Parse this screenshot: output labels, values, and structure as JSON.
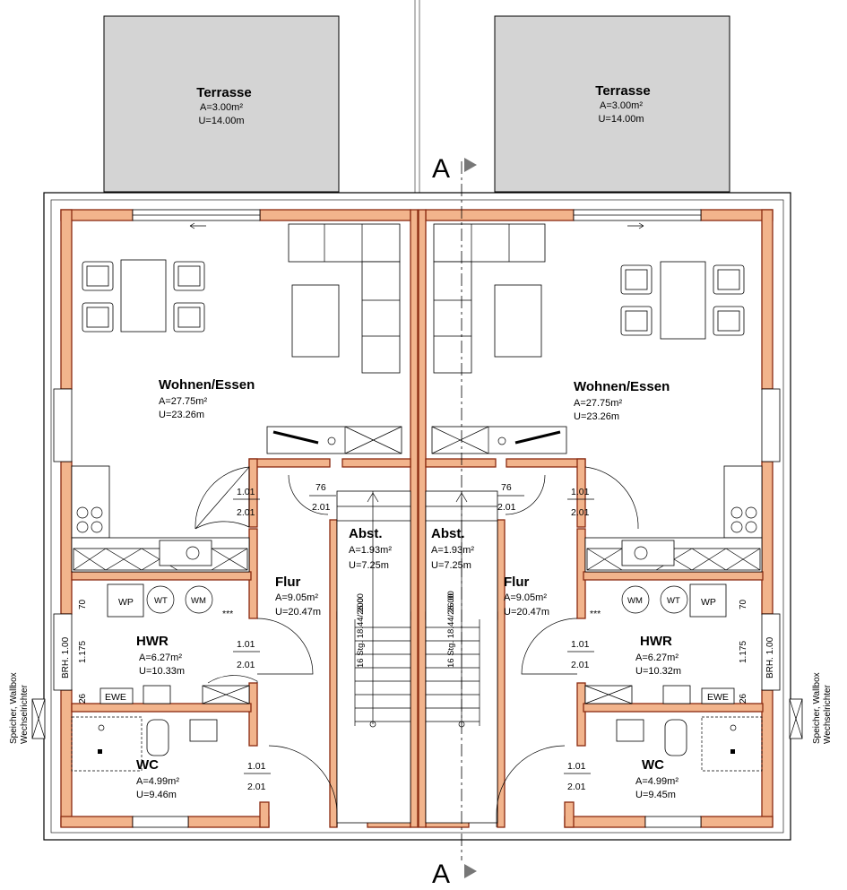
{
  "rooms": {
    "terrace_left": {
      "name": "Terrasse",
      "area": "A=3.00m²",
      "perimeter": "U=14.00m"
    },
    "terrace_right": {
      "name": "Terrasse",
      "area": "A=3.00m²",
      "perimeter": "U=14.00m"
    },
    "living_left": {
      "name": "Wohnen/Essen",
      "area": "A=27.75m²",
      "perimeter": "U=23.26m"
    },
    "living_right": {
      "name": "Wohnen/Essen",
      "area": "A=27.75m²",
      "perimeter": "U=23.26m"
    },
    "hallway_left": {
      "name": "Flur",
      "area": "A=9.05m²",
      "perimeter": "U=20.47m"
    },
    "hallway_right": {
      "name": "Flur",
      "area": "A=9.05m²",
      "perimeter": "U=20.47m"
    },
    "storage_left": {
      "name": "Abst.",
      "area": "A=1.93m²",
      "perimeter": "U=7.25m"
    },
    "storage_right": {
      "name": "Abst.",
      "area": "A=1.93m²",
      "perimeter": "U=7.25m"
    },
    "utility_left": {
      "name": "HWR",
      "area": "A=6.27m²",
      "perimeter": "U=10.33m"
    },
    "utility_right": {
      "name": "HWR",
      "area": "A=6.27m²",
      "perimeter": "U=10.32m"
    },
    "wc_left": {
      "name": "WC",
      "area": "A=4.99m²",
      "perimeter": "U=9.46m"
    },
    "wc_right": {
      "name": "WC",
      "area": "A=4.99m²",
      "perimeter": "U=9.45m"
    }
  },
  "doors": {
    "width": "1.01",
    "height": "2.01",
    "storage_width": "76",
    "storage_height": "2.01"
  },
  "dimensions": {
    "d70": "70",
    "d1175": "1.175",
    "d26": "26",
    "brh": "BRH. 1.00",
    "d200a": "200",
    "d200b": "26.00",
    "stairs": "16 Stg. 18.44/26.00"
  },
  "fixtures": {
    "wp": "WP",
    "wt": "WT",
    "wm": "WM",
    "ewe": "EWE",
    "stars": "***"
  },
  "side_notes": {
    "line1": "Speicher, Wallbox",
    "line2": "Wechselrichter"
  },
  "section": {
    "label_top": "A",
    "label_bottom": "A"
  }
}
